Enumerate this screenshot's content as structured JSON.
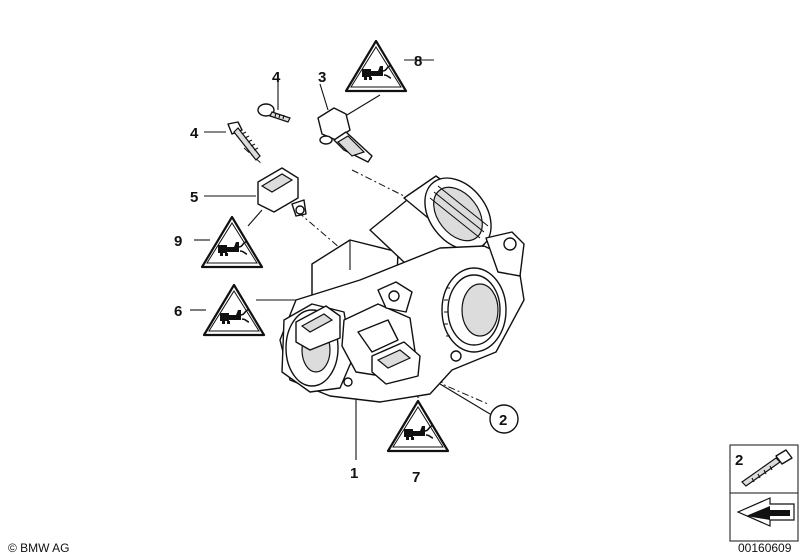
{
  "callouts": {
    "c1": "1",
    "c2_circled": "2",
    "c3": "3",
    "c4_top": "4",
    "c4_left": "4",
    "c5": "5",
    "c6": "6",
    "c7": "7",
    "c8": "8",
    "c9": "9"
  },
  "inset": {
    "label": "2"
  },
  "footer": {
    "copyright": "© BMW AG",
    "diagram_number": "00160609"
  },
  "icons": {
    "warning": "warning-triangle-connector-icon",
    "arrow": "direction-arrow-icon"
  },
  "colors": {
    "ink": "#111111",
    "shade": "#dcdcdc",
    "background": "#ffffff"
  }
}
